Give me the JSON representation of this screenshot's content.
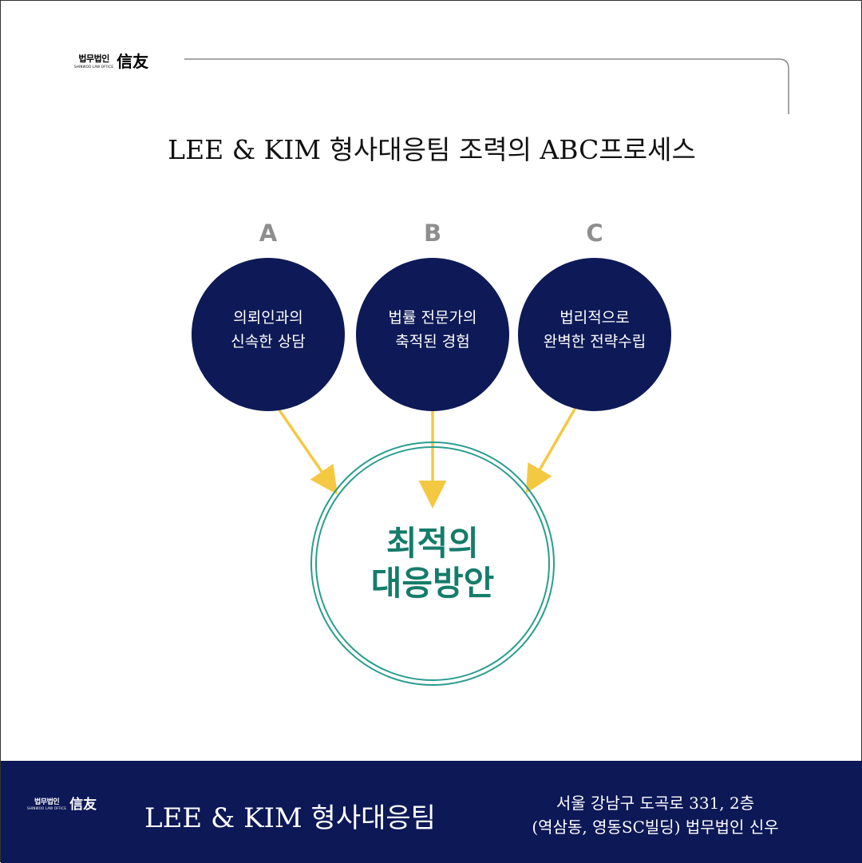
{
  "logo": {
    "korean": "법무법인",
    "hanja": "信友",
    "english": "SHINWOO LAW OFFICE"
  },
  "title": "LEE & KIM 형사대응팀 조력의 ABC프로세스",
  "steps": [
    {
      "letter": "A",
      "line1": "의뢰인과의",
      "line2": "신속한 상담"
    },
    {
      "letter": "B",
      "line1": "법률 전문가의",
      "line2": "축적된 경험"
    },
    {
      "letter": "C",
      "line1": "법리적으로",
      "line2": "완벽한 전략수립"
    }
  ],
  "result": {
    "line1": "최적의",
    "line2": "대응방안"
  },
  "footer": {
    "team": "LEE & KIM 형사대응팀",
    "address1": "서울 강남구 도곡로 331, 2층",
    "address2": "(역삼동, 영동SC빌딩)  법무법인 신우"
  },
  "colors": {
    "navy": "#0e1a57",
    "teal": "#2a9d8f",
    "arrow": "#f5c842",
    "letter": "#8e8e8e"
  }
}
